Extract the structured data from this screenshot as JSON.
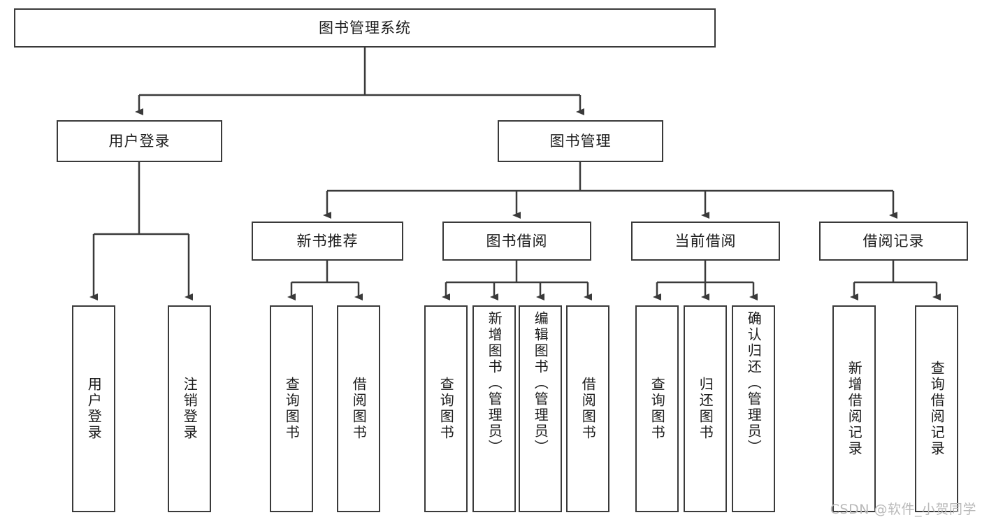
{
  "diagram": {
    "title": "图书管理系统",
    "type": "tree-hierarchy-diagram",
    "root": {
      "label": "图书管理系统"
    },
    "level2": [
      {
        "label": "用户登录"
      },
      {
        "label": "图书管理"
      }
    ],
    "level3": [
      {
        "label": "新书推荐"
      },
      {
        "label": "图书借阅"
      },
      {
        "label": "当前借阅"
      },
      {
        "label": "借阅记录"
      }
    ],
    "leaves": {
      "user_login": [
        {
          "label": "用户登录"
        },
        {
          "label": "注销登录"
        }
      ],
      "new_book_recommend": [
        {
          "label": "查询图书"
        },
        {
          "label": "借阅图书"
        }
      ],
      "book_borrow": [
        {
          "label": "查询图书"
        },
        {
          "label": "新增图书（管理员）"
        },
        {
          "label": "编辑图书（管理员）"
        },
        {
          "label": "借阅图书"
        }
      ],
      "current_borrow": [
        {
          "label": "查询图书"
        },
        {
          "label": "归还图书"
        },
        {
          "label": "确认归还（管理员）"
        }
      ],
      "borrow_record": [
        {
          "label": "新增借阅记录"
        },
        {
          "label": "查询借阅记录"
        }
      ]
    }
  },
  "watermark": {
    "text": "CSDN @软件_小贺同学"
  },
  "colors": {
    "stroke": "#3a3a3a",
    "text": "#1c1c1c",
    "background": "#ffffff",
    "watermark": "#b9b9b9"
  }
}
